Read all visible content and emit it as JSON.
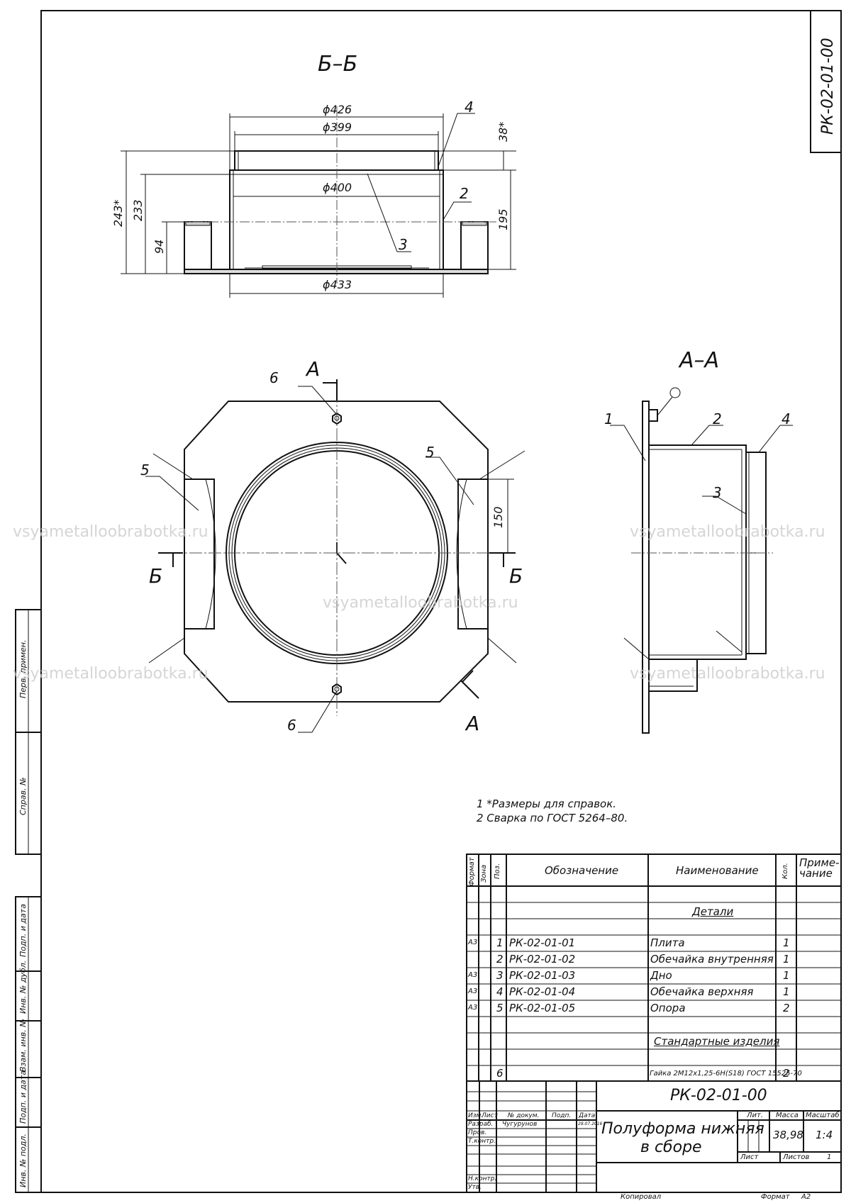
{
  "drawing": {
    "code_corner": "РК-02-01-00",
    "section_bb": "Б–Б",
    "section_aa": "А–А",
    "cut_a": "А",
    "cut_b": "Б",
    "dims_bb": {
      "d426": "ϕ426",
      "d399": "ϕ399",
      "d400": "ϕ400",
      "d433": "ϕ433",
      "h38": "38*",
      "h195": "195",
      "h243": "243*",
      "h233": "233",
      "h94": "94"
    },
    "dim_150": "150",
    "pos_labels": [
      "1",
      "2",
      "3",
      "4",
      "5",
      "6"
    ],
    "notes": [
      "1  *Размеры для справок.",
      "2  Сварка по ГОСТ 5264–80."
    ],
    "watermark": "vsyametalloobrabotka.ru"
  },
  "spec": {
    "headers": {
      "format": "Формат",
      "zone": "Зона",
      "pos": "Поз.",
      "designation": "Обозначение",
      "name": "Наименование",
      "qty": "Кол.",
      "note": "Приме-\nчание"
    },
    "section_parts": "Детали",
    "rows": [
      {
        "format": "А3",
        "pos": "1",
        "designation": "РК-02-01-01",
        "name": "Плита",
        "qty": "1"
      },
      {
        "format": "",
        "pos": "2",
        "designation": "РК-02-01-02",
        "name": "Обечайка внутренняя",
        "qty": "1"
      },
      {
        "format": "А3",
        "pos": "3",
        "designation": "РК-02-01-03",
        "name": "Дно",
        "qty": "1"
      },
      {
        "format": "А3",
        "pos": "4",
        "designation": "РК-02-01-04",
        "name": "Обечайка верхняя",
        "qty": "1"
      },
      {
        "format": "А3",
        "pos": "5",
        "designation": "РК-02-01-05",
        "name": "Опора",
        "qty": "2"
      }
    ],
    "section_standard": "Стандартные изделия",
    "standard_row": {
      "pos": "6",
      "name": "Гайка 2М12х1,25-6Н(S18) ГОСТ 15525-70",
      "qty": "2"
    }
  },
  "title_block": {
    "code": "РК-02-01-00",
    "title_line1": "Полуформа нижняя",
    "title_line2": "в сборе",
    "labels": {
      "izm": "Изм.",
      "list": "Лист",
      "ndoc": "№ докум.",
      "podp": "Подп.",
      "data": "Дата",
      "razrab": "Разраб.",
      "prov": "Пров.",
      "tkontr": "Т.контр.",
      "nkontr": "Н.контр.",
      "utv": "Утв.",
      "lit": "Лит.",
      "massa": "Масса",
      "masshtab": "Масштаб",
      "sheet": "Лист",
      "sheets": "Листов"
    },
    "author": "Чугурунов",
    "date": "28.07.2016",
    "mass": "38,98",
    "scale": "1:4",
    "sheets_count": "1",
    "copied": "Копировал",
    "format_label": "Формат",
    "format_value": "А2"
  },
  "left_strip": [
    "Перв. примен.",
    "Справ. №",
    "Подп. и дата",
    "Инв. № дубл.",
    "Взам. инв. №",
    "Подп. и дата",
    "Инв. № подл."
  ]
}
